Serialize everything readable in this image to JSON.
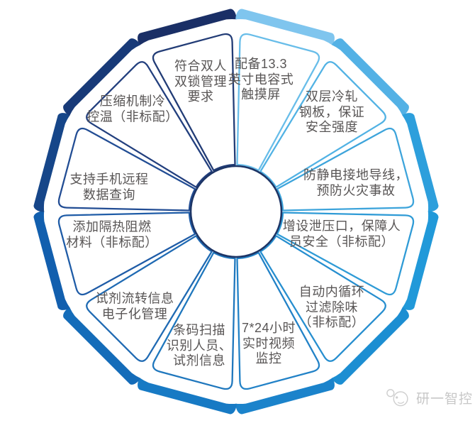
{
  "segments": [
    {
      "label": "符合双人\n双锁管理\n要求",
      "band_color": "#1a2f66",
      "outline_color": "#223c76"
    },
    {
      "label": "配备13.3\n英寸电容式\n触摸屏",
      "band_color": "#7fc5ee",
      "outline_color": "#68bde9"
    },
    {
      "label": "双层冷轧\n钢板，保证\n安全强度",
      "band_color": "#53b1e5",
      "outline_color": "#51b2e4"
    },
    {
      "label": "防静电接地导线，\n预防火灾事故",
      "band_color": "#2d9fdc",
      "outline_color": "#3da4db"
    },
    {
      "label": "增设泄压口，保障人\n员安全（非标配）",
      "band_color": "#2199d9",
      "outline_color": "#2f9bd6"
    },
    {
      "label": "自动内循环\n过滤除味\n（非标配）",
      "band_color": "#1c8ed2",
      "outline_color": "#268ecf"
    },
    {
      "label": "7*24小时\n实时视频\n监控",
      "band_color": "#1b83cb",
      "outline_color": "#2282c7"
    },
    {
      "label": "条码扫描\n识别人员、\n试剂信息",
      "band_color": "#177ac4",
      "outline_color": "#1f77bd"
    },
    {
      "label": "试剂流转信息\n电子化管理",
      "band_color": "#146cb9",
      "outline_color": "#1f6ab3"
    },
    {
      "label": "添加隔热阻燃\n材料（非标配）",
      "band_color": "#125fae",
      "outline_color": "#1f5ca7"
    },
    {
      "label": "支持手机远程\n数据查询",
      "band_color": "#164689",
      "outline_color": "#224d94"
    },
    {
      "label": "压缩机制冷\n控温（非标配）",
      "band_color": "#183a78",
      "outline_color": "#223f7e"
    }
  ],
  "watermark": {
    "text": "研一智控"
  },
  "colors": {
    "background": "#ffffff",
    "label_text": "#585555",
    "center_circle_stroke": "#1d3566",
    "watermark_text": "#c7c7c7",
    "watermark_logo": "#cfcfcf"
  }
}
